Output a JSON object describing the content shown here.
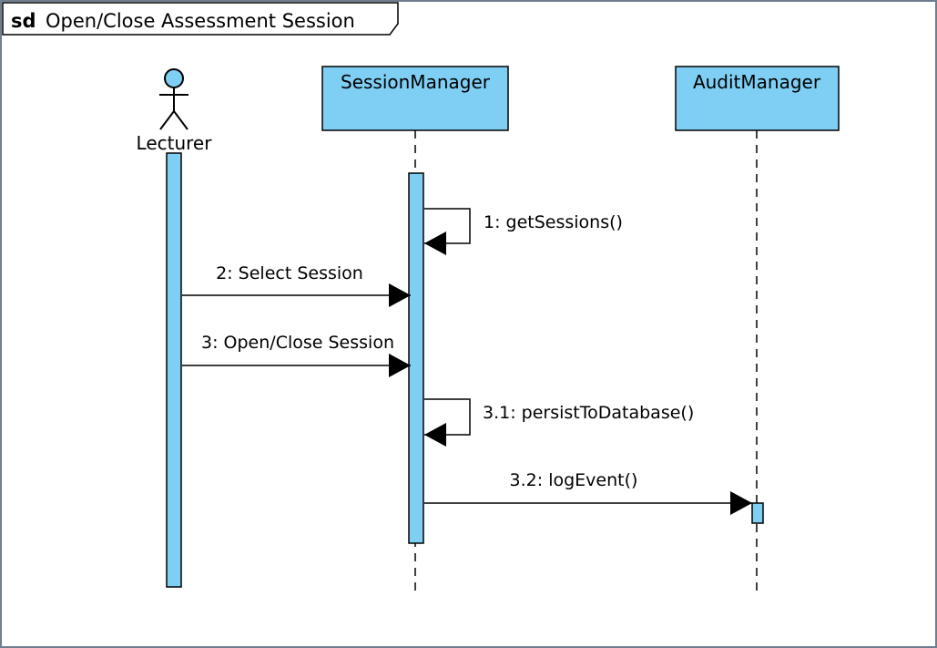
{
  "frame": {
    "keyword": "sd",
    "title": "Open/Close Assessment Session"
  },
  "participants": [
    {
      "id": "lecturer",
      "kind": "actor",
      "label": "Lecturer"
    },
    {
      "id": "session_manager",
      "kind": "object",
      "label": "SessionManager"
    },
    {
      "id": "audit_manager",
      "kind": "object",
      "label": "AuditManager"
    }
  ],
  "messages": [
    {
      "id": "m1",
      "label": "1: getSessions()",
      "from": "SessionManager",
      "to": "SessionManager",
      "type": "self-call"
    },
    {
      "id": "m2",
      "label": "2: Select Session",
      "from": "Lecturer",
      "to": "SessionManager",
      "type": "call"
    },
    {
      "id": "m3",
      "label": "3: Open/Close Session",
      "from": "Lecturer",
      "to": "SessionManager",
      "type": "call"
    },
    {
      "id": "m31",
      "label": "3.1: persistToDatabase()",
      "from": "SessionManager",
      "to": "SessionManager",
      "type": "self-call"
    },
    {
      "id": "m32",
      "label": "3.2: logEvent()",
      "from": "SessionManager",
      "to": "AuditManager",
      "type": "call"
    }
  ],
  "colors": {
    "participant_fill": "#7ecff3",
    "outline": "#000000",
    "frame_border": "#6f7f8f",
    "background": "#ffffff"
  }
}
